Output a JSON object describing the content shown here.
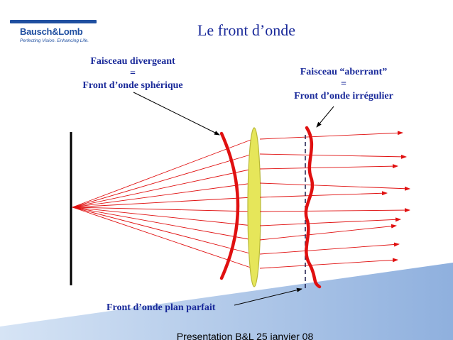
{
  "slide": {
    "title": "Le front d’onde",
    "footer": "Presentation B&L 25 janvier 08"
  },
  "logo": {
    "name": "Bausch&Lomb",
    "tagline": "Perfecting Vision. Enhancing Life.",
    "color": "#1f4fa0"
  },
  "labels": {
    "divergent": {
      "line1": "Faisceau divergeant",
      "line2": "=",
      "line3": "Front d’onde sphérique"
    },
    "aberrant": {
      "line1": "Faisceau “aberrant”",
      "line2": "=",
      "line3": "Front d’onde irrégulier"
    },
    "plane": "Front d’onde plan parfait"
  },
  "colors": {
    "text": "#1a2a9a",
    "rays": "#e01010",
    "lens_fill": "#e6e65a",
    "lens_stroke": "#b8b83a",
    "background_wedge": "#a9c4e8"
  }
}
